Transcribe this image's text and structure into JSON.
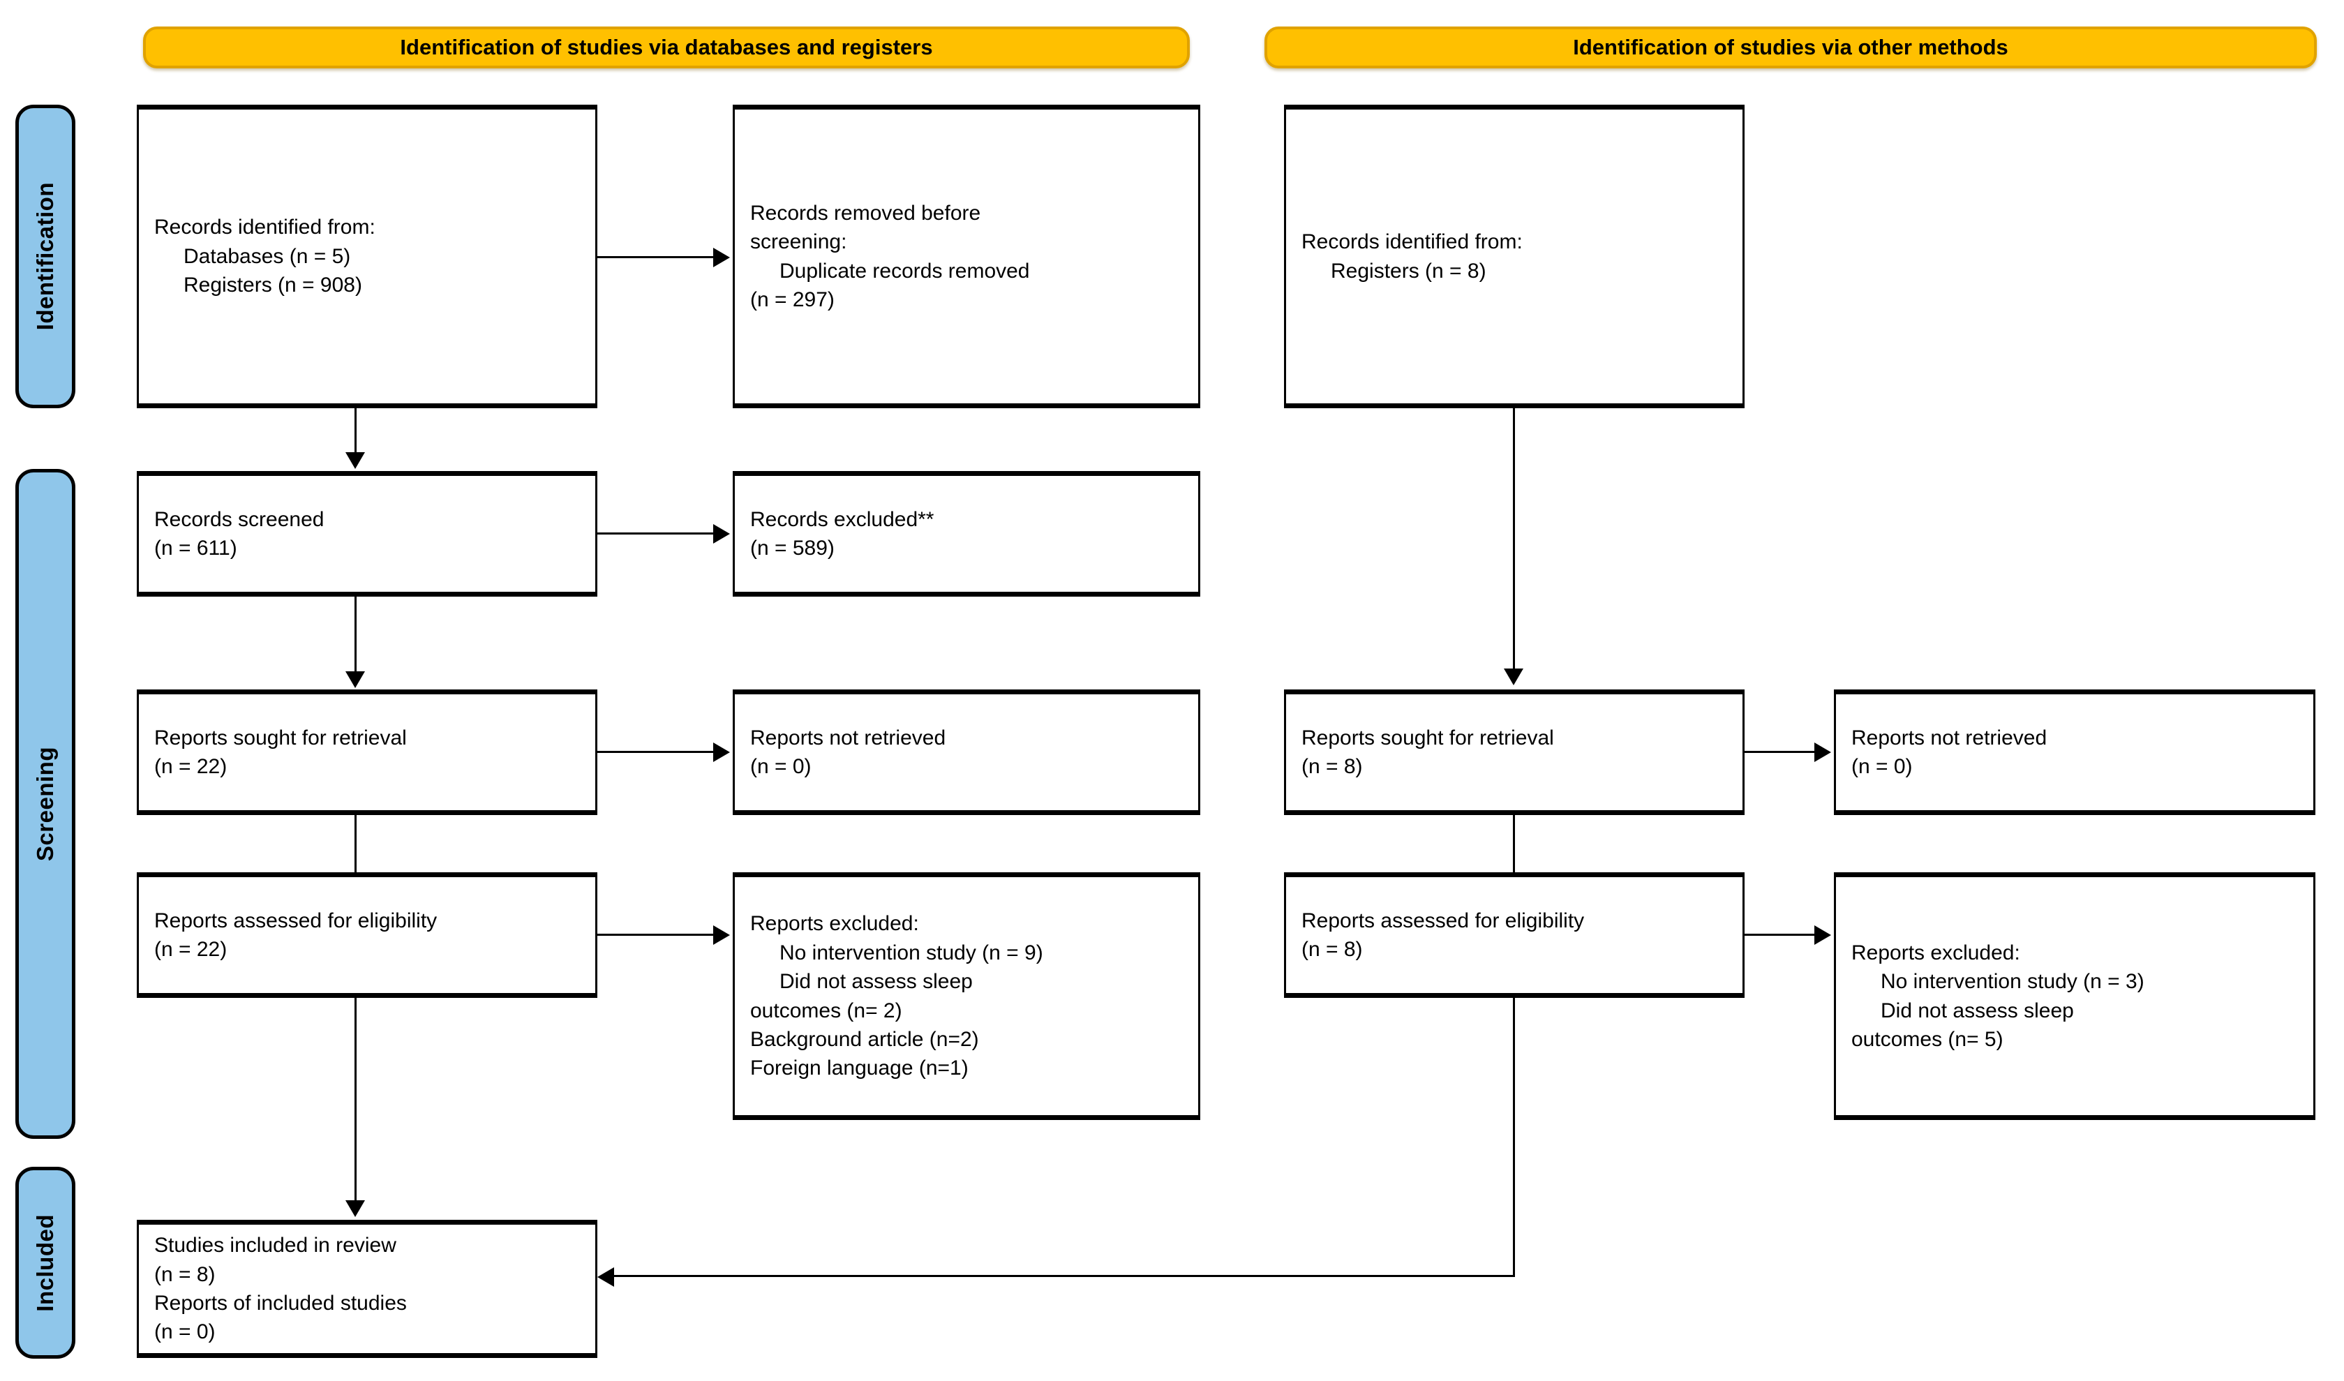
{
  "diagram": {
    "title": "PRISMA 2020 flow diagram",
    "colors": {
      "header_fill": "#FFC000",
      "header_border": "#E0A200",
      "phase_fill": "#8FC6EA",
      "stroke": "#000000",
      "background": "#FFFFFF"
    }
  },
  "column_headers": [
    {
      "id": "databases",
      "label": "Identification of studies via databases and registers"
    },
    {
      "id": "other",
      "label": "Identification of studies via other methods"
    }
  ],
  "phases": [
    {
      "id": "identification",
      "label": "Identification"
    },
    {
      "id": "screening",
      "label": "Screening"
    },
    {
      "id": "included",
      "label": "Included"
    }
  ],
  "boxes": {
    "db_identified": {
      "lines": [
        "Records identified from:",
        "Databases (n = 5)",
        "Registers (n = 908)"
      ]
    },
    "db_removed": {
      "lines": [
        "Records removed ",
        "before",
        "screening",
        ":",
        "Duplicate records removed",
        "(n = 297)"
      ],
      "line1_plain": "Records removed ",
      "line1_italic": "before",
      "line2_italic": "screening",
      "line2_plain": ":",
      "line3": "Duplicate records removed",
      "line4": "(n = 297)"
    },
    "db_screened": {
      "lines": [
        "Records screened",
        "(n = 611)"
      ]
    },
    "db_excluded": {
      "lines": [
        "Records excluded**",
        "(n = 589)"
      ]
    },
    "db_sought": {
      "lines": [
        "Reports sought for retrieval",
        "(n = 22)"
      ]
    },
    "db_not_retrieved": {
      "lines": [
        "Reports not retrieved",
        "(n = 0)"
      ]
    },
    "db_assessed": {
      "lines": [
        "Reports assessed for eligibility",
        "(n = 22)"
      ]
    },
    "db_reports_excluded": {
      "heading": "Reports excluded:",
      "reasons": [
        "No intervention study (n = 9)",
        "Did not assess sleep",
        "outcomes (n= 2)",
        "Background article (n=2)",
        "Foreign language (n=1)"
      ]
    },
    "other_identified": {
      "lines": [
        "Records identified from:",
        "Registers (n = 8)"
      ]
    },
    "other_sought": {
      "lines": [
        "Reports sought for retrieval",
        "(n = 8)"
      ]
    },
    "other_not_retrieved": {
      "lines": [
        "Reports not retrieved",
        "(n = 0)"
      ]
    },
    "other_assessed": {
      "lines": [
        "Reports assessed for eligibility",
        "(n = 8)"
      ]
    },
    "other_reports_excluded": {
      "heading": "Reports excluded:",
      "reasons": [
        "No intervention study (n = 3)",
        "Did not assess sleep",
        "outcomes (n= 5)"
      ]
    },
    "included_studies": {
      "lines": [
        "Studies included in review",
        "(n = 8)",
        "Reports of included studies",
        "(n = 0)"
      ]
    }
  }
}
